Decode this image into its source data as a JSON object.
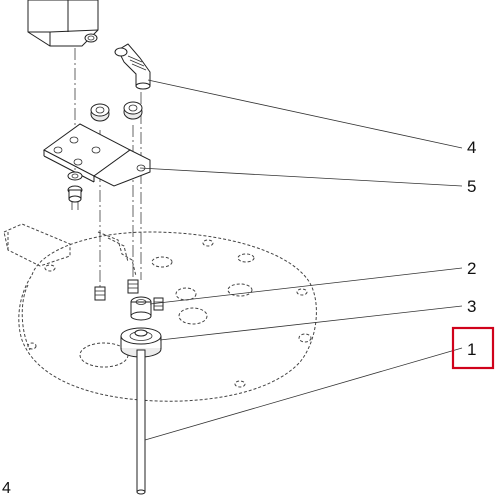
{
  "callouts": [
    {
      "id": "1",
      "label": "1",
      "highlighted": true
    },
    {
      "id": "2",
      "label": "2",
      "highlighted": false
    },
    {
      "id": "3",
      "label": "3",
      "highlighted": false
    },
    {
      "id": "4",
      "label": "4",
      "highlighted": false
    },
    {
      "id": "5",
      "label": "5",
      "highlighted": false
    }
  ],
  "page_number": "4",
  "highlight_color": "#d0021b",
  "line_color": "#222222"
}
